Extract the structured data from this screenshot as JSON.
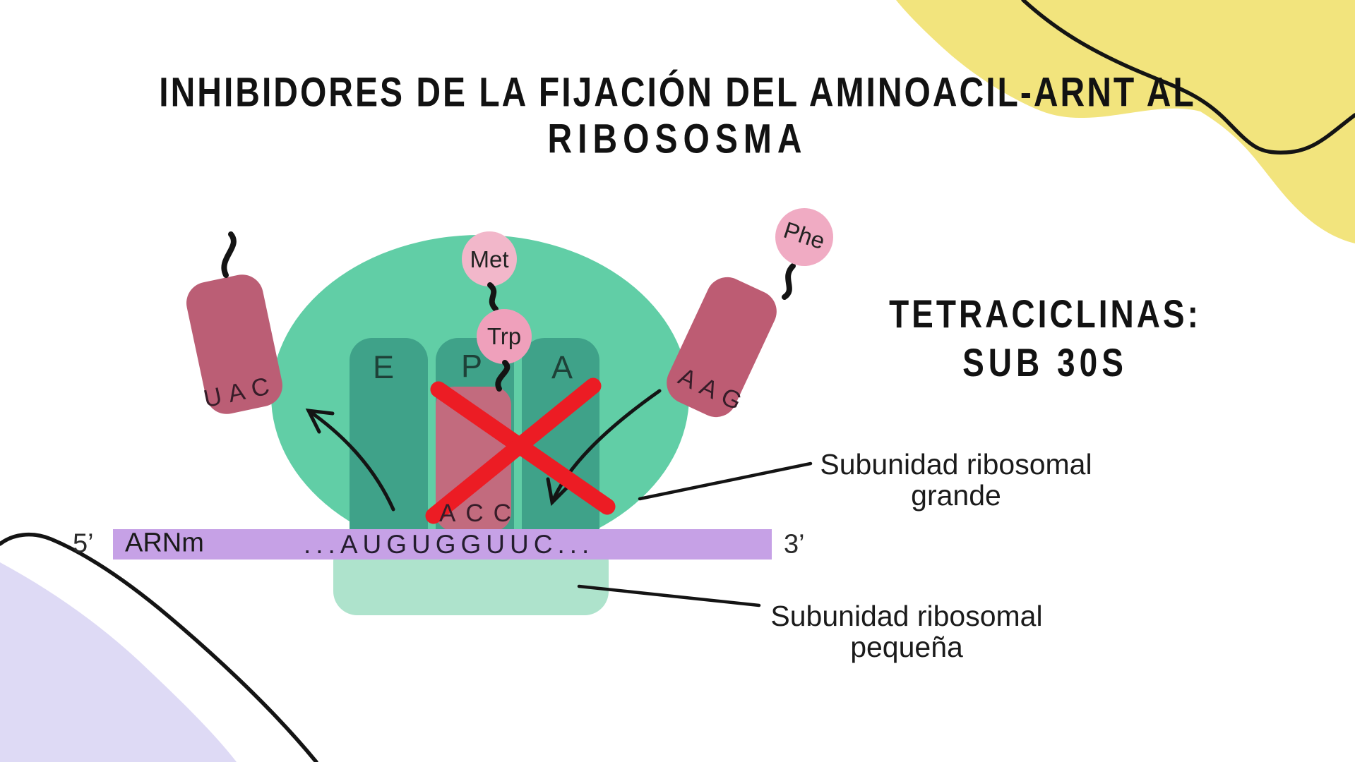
{
  "title": {
    "line1": "INHIBIDORES DE LA FIJACIÓN DEL AMINOACIL-ARNT AL",
    "line2": "RIBOSOSMA"
  },
  "annotation": {
    "line1": "TETRACICLINAS:",
    "line2": "SUB 30S"
  },
  "callouts": {
    "large_subunit_line1": "Subunidad ribosomal",
    "large_subunit_line2": "grande",
    "small_subunit_line1": "Subunidad ribosomal",
    "small_subunit_line2": "pequeña"
  },
  "ribosome": {
    "site_e": "E",
    "site_p": "P",
    "site_a": "A"
  },
  "trnas": {
    "left_anticodon": "UAC",
    "p_site_anticodon": "ACC",
    "right_anticodon": "AAG"
  },
  "amino_acids": {
    "met": "Met",
    "trp": "Trp",
    "phe": "Phe"
  },
  "mrna": {
    "five_prime": "5’",
    "label": "ARNm",
    "sequence": "...AUGUGGUUC...",
    "three_prime": "3’"
  },
  "colors": {
    "background": "#ffffff",
    "yellow_blob": "#f2e47d",
    "lavender_blob": "#dedaf5",
    "large_subunit": "#61cea6",
    "site_pillar": "#3fa289",
    "small_subunit": "#aee3cc",
    "trna": "#bb5e75",
    "p_site_trna": "#c26b7e",
    "inhibition_cross": "#ec1c24",
    "amino_met": "#f2b7ca",
    "amino_trp": "#efa0bb",
    "amino_phe": "#f0abc3",
    "mrna_bar": "#c6a1e6",
    "line_black": "#141414"
  }
}
